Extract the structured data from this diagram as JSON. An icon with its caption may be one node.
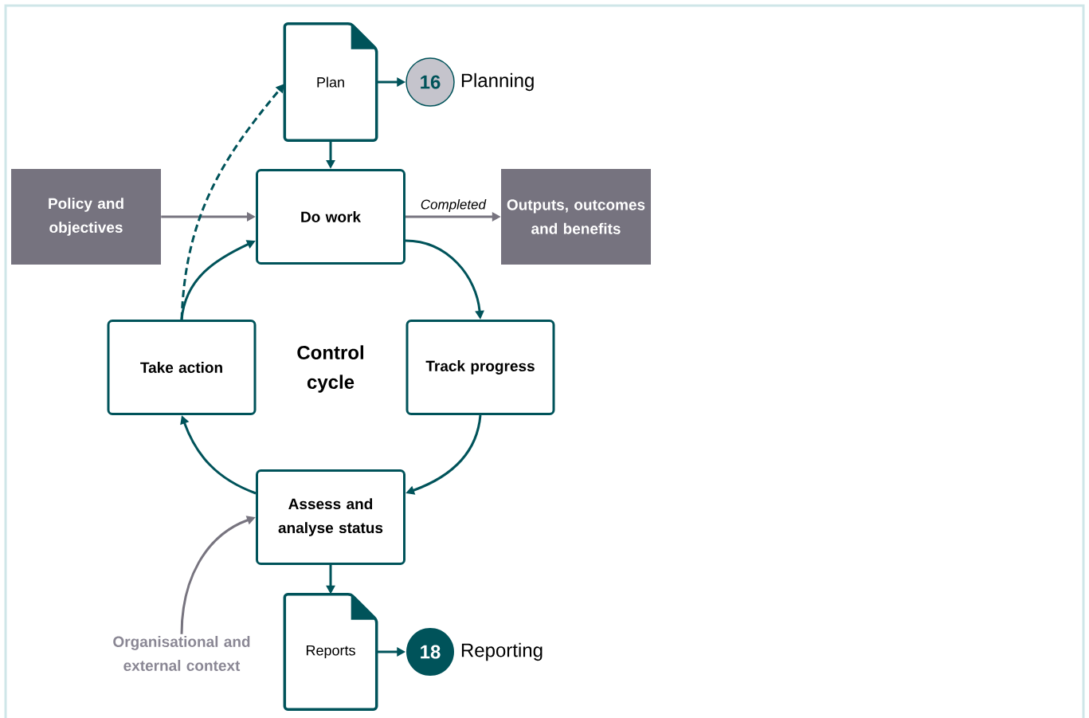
{
  "diagram": {
    "nodes": [
      {
        "text": [
          "Plan"
        ]
      },
      {
        "text": [
          "16"
        ],
        "beside": [
          "Planning"
        ]
      },
      {
        "text": [
          "Policy and objectives"
        ]
      },
      {
        "text": [
          "Do work"
        ]
      },
      {
        "text": [
          "Outputs, outcomes and benefits"
        ]
      },
      {
        "text": [
          "Take action"
        ]
      },
      {
        "text": [
          "Track progress"
        ]
      },
      {
        "text": [
          "Assess and analyse status"
        ]
      },
      {
        "text": [
          "Reports"
        ]
      },
      {
        "text": [
          "18"
        ],
        "beside": [
          "Reporting"
        ]
      },
      {
        "text": [
          "Organisational and external context"
        ]
      }
    ],
    "edges": [
      {
        "from": 0,
        "to": 1,
        "arrow": "to"
      },
      {
        "from": 0,
        "to": 3,
        "arrow": "to"
      },
      {
        "from": 2,
        "to": 3,
        "arrow": "to",
        "color": "#77747f"
      },
      {
        "from": 3,
        "to": 4,
        "arrow": "to",
        "label": "Completed",
        "color": "#77747f"
      },
      {
        "from": 3,
        "to": 6,
        "arrow": "to"
      },
      {
        "from": 6,
        "to": 7,
        "arrow": "to"
      },
      {
        "from": 7,
        "to": 5,
        "arrow": "to"
      },
      {
        "from": 5,
        "to": 3,
        "arrow": "to"
      },
      {
        "from": 5,
        "to": 0,
        "arrow": "to",
        "style": "dashed"
      },
      {
        "from": 7,
        "to": 8,
        "arrow": "to"
      },
      {
        "from": 8,
        "to": 9,
        "arrow": "to"
      },
      {
        "from": 10,
        "to": 7,
        "arrow": "to",
        "color": "#77747f"
      }
    ],
    "labels": [
      "Control cycle"
    ]
  }
}
